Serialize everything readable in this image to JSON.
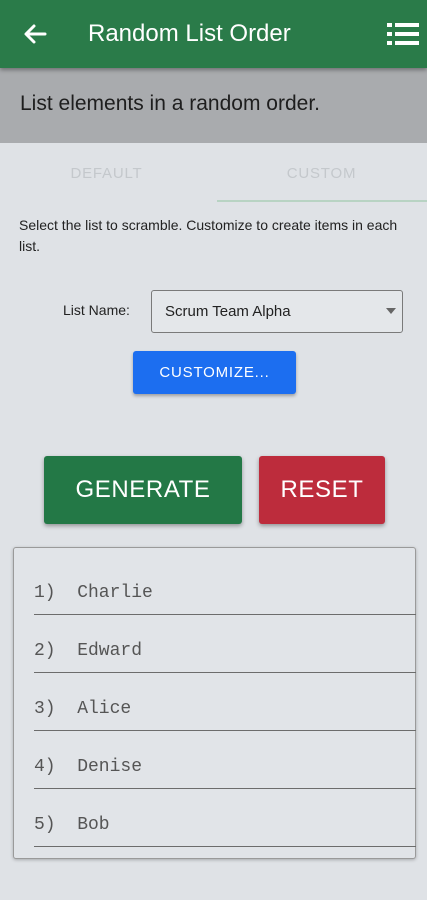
{
  "app": {
    "title": "Random List Order",
    "subtitle": "List elements in a random order."
  },
  "icons": {
    "back": "arrow-left-icon",
    "menu": "list-menu-icon"
  },
  "tabs": [
    {
      "label": "DEFAULT",
      "selected": false
    },
    {
      "label": "CUSTOM",
      "selected": true
    }
  ],
  "custom": {
    "instructions": "Select the list to scramble. Customize to create items in each list.",
    "list_name_label": "List Name:",
    "list_name_value": "Scrum Team Alpha",
    "customize_label": "CUSTOMIZE..."
  },
  "actions": {
    "generate_label": "GENERATE",
    "reset_label": "RESET"
  },
  "results": [
    "1)  Charlie",
    "2)  Edward",
    "3)  Alice",
    "4)  Denise",
    "5)  Bob"
  ],
  "colors": {
    "appbar": "#2a7b49",
    "customize": "#1c6ef0",
    "generate": "#237846",
    "reset": "#bd2c3c"
  }
}
